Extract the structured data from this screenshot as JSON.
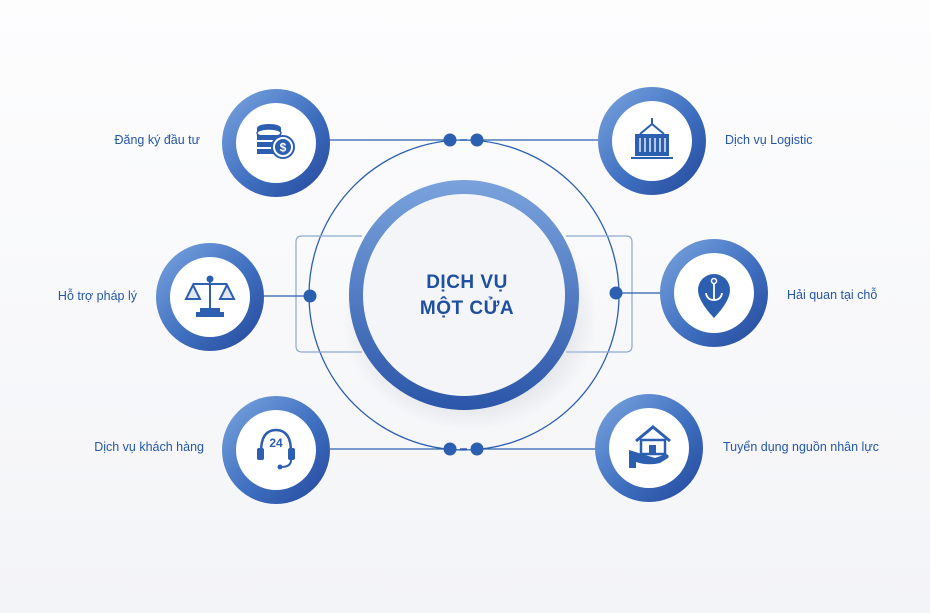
{
  "center": {
    "line1": "DỊCH VỤ",
    "line2": "MỘT CỬA"
  },
  "services": [
    {
      "label": "Đăng ký đầu tư",
      "icon": "coin-stack-dollar-icon"
    },
    {
      "label": "Hỗ trợ pháp lý",
      "icon": "scales-icon"
    },
    {
      "label": "Dịch vụ khách hàng",
      "icon": "headset-24-icon"
    },
    {
      "label": "Dịch vụ Logistic",
      "icon": "container-crane-icon"
    },
    {
      "label": "Hải quan tại chỗ",
      "icon": "anchor-pin-icon"
    },
    {
      "label": "Tuyển dụng nguồn nhân lực",
      "icon": "hand-house-icon"
    }
  ],
  "colors": {
    "primary": "#2c5fb0",
    "light": "#6e9ddb",
    "dark": "#1f4f9e",
    "text": "#2457a8"
  }
}
